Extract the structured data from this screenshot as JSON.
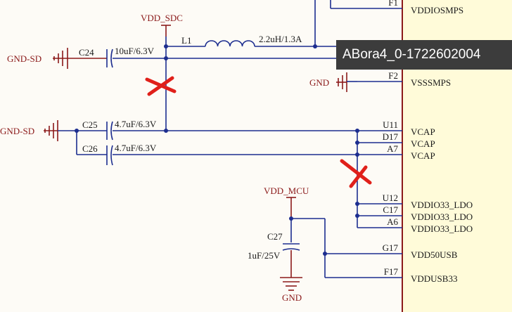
{
  "nets": {
    "vdd_sdc": "VDD_SDC",
    "vdd_mcu": "VDD_MCU",
    "gnd_sd_1": "GND-SD",
    "gnd_sd_2": "GND-SD",
    "gnd_1": "GND",
    "gnd_2": "GND"
  },
  "components": {
    "l1": {
      "ref": "L1",
      "value": "2.2uH/1.3A"
    },
    "c24": {
      "ref": "C24",
      "value": "10uF/6.3V"
    },
    "c25": {
      "ref": "C25",
      "value": "4.7uF/6.3V"
    },
    "c26": {
      "ref": "C26",
      "value": "4.7uF/6.3V"
    },
    "c27": {
      "ref": "C27",
      "value": "1uF/25V"
    }
  },
  "pins": [
    {
      "num": "F1",
      "name": "VDDIOSMPS"
    },
    {
      "num": "F2",
      "name": "VSSSMPS"
    },
    {
      "num": "U11",
      "name": "VCAP"
    },
    {
      "num": "D17",
      "name": "VCAP"
    },
    {
      "num": "A7",
      "name": "VCAP"
    },
    {
      "num": "U12",
      "name": "VDDIO33_LDO"
    },
    {
      "num": "C17",
      "name": "VDDIO33_LDO"
    },
    {
      "num": "A6",
      "name": "VDDIO33_LDO"
    },
    {
      "num": "G17",
      "name": "VDD50USB"
    },
    {
      "num": "F17",
      "name": "VDDUSB33"
    }
  ],
  "tooltip": "ABora4_0-1722602004",
  "colors": {
    "wire": "#1c2d8f",
    "power": "#8b1a1a",
    "ic_fill": "#fffbd9",
    "ic_border": "#8b1a1a",
    "mark": "#e0201a",
    "tooltip_bg": "#3c3c3c"
  }
}
